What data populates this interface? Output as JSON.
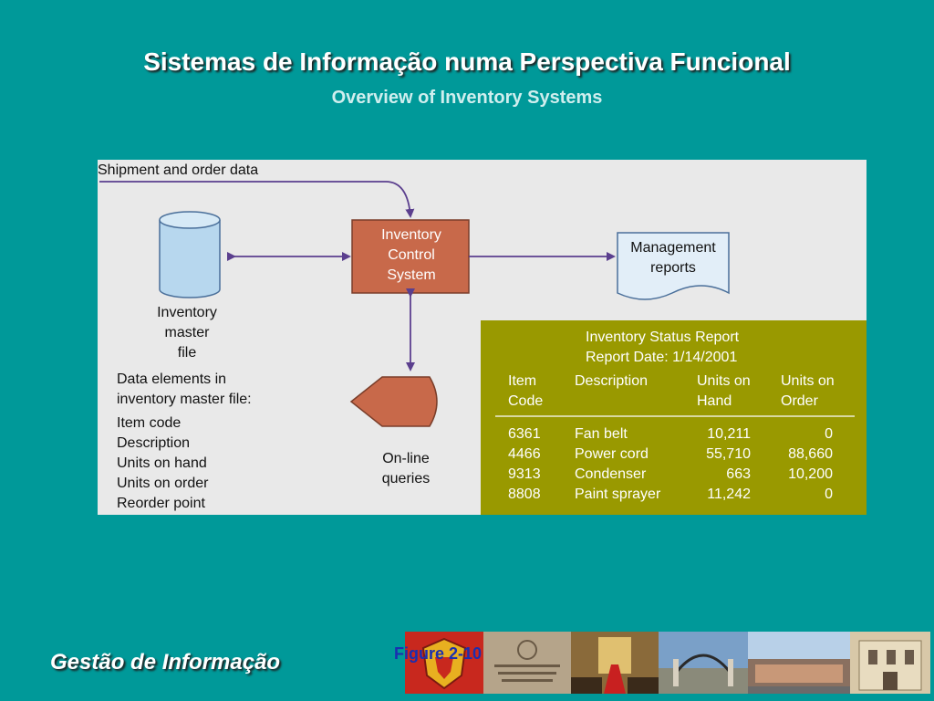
{
  "title": "Sistemas de Informação numa Perspectiva Funcional",
  "subtitle": "Overview of Inventory Systems",
  "diagram": {
    "shipment_label": "Shipment and order data",
    "ics_lines": [
      "Inventory",
      "Control",
      "System"
    ],
    "mgmt_lines": [
      "Management",
      "reports"
    ],
    "master_lines": [
      "Inventory",
      "master",
      "file"
    ],
    "queries_lines": [
      "On-line",
      "queries"
    ],
    "elements_header": [
      "Data elements in",
      "inventory master file:"
    ],
    "elements": [
      "Item code",
      "Description",
      "Units on hand",
      "Units on order",
      "Reorder point"
    ]
  },
  "report": {
    "title": "Inventory Status Report",
    "date": "Report Date: 1/14/2001",
    "columns": [
      {
        "l1": "Item",
        "l2": "Code"
      },
      {
        "l1": "Description",
        "l2": ""
      },
      {
        "l1": "Units on",
        "l2": "Hand"
      },
      {
        "l1": "Units on",
        "l2": "Order"
      }
    ],
    "rows": [
      {
        "code": "6361",
        "desc": "Fan belt",
        "hand": "10,211",
        "order": "0"
      },
      {
        "code": "4466",
        "desc": "Power cord",
        "hand": "55,710",
        "order": "88,660"
      },
      {
        "code": "9313",
        "desc": "Condenser",
        "hand": "663",
        "order": "10,200"
      },
      {
        "code": "8808",
        "desc": "Paint sprayer",
        "hand": "11,242",
        "order": "0"
      }
    ]
  },
  "footer": {
    "left": "Gestão de Informação",
    "figure": "Figure 2-10"
  },
  "colors": {
    "background": "#009999",
    "ics_box": "#c8694a",
    "report_bg": "#999900",
    "arrow": "#5b3f8e",
    "cylinder": "#b7d7ee",
    "query_shape": "#c8694a"
  }
}
